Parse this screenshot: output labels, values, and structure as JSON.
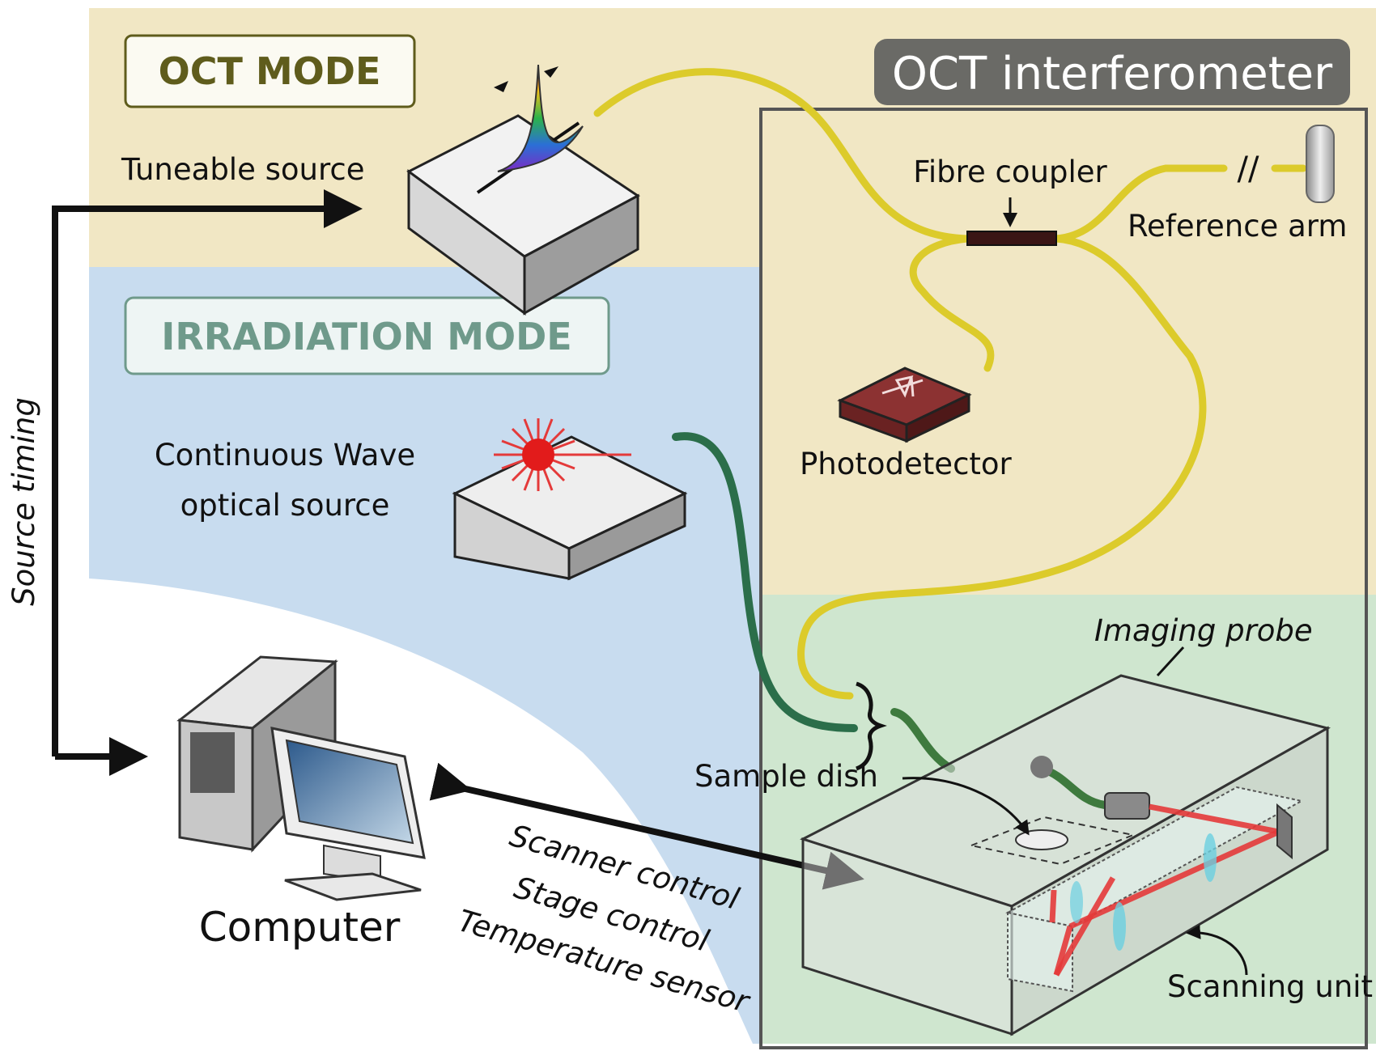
{
  "modes": {
    "oct": "OCT MODE",
    "irradiation": "IRRADIATION MODE"
  },
  "interferometer_title": "OCT interferometer",
  "labels": {
    "tuneable_source": "Tuneable source",
    "fibre_coupler": "Fibre coupler",
    "reference_arm": "Reference arm",
    "photodetector": "Photodetector",
    "cw_line1": "Continuous Wave",
    "cw_line2": "optical source",
    "source_timing": "Source timing",
    "computer": "Computer",
    "scanner_control": "Scanner control",
    "stage_control": "Stage control",
    "temperature_sensor": "Temperature sensor",
    "imaging_probe": "Imaging probe",
    "sample_dish": "Sample dish",
    "scanning_unit": "Scanning unit",
    "break_mark": "//"
  },
  "colors": {
    "oct_region": "#f1e7c4",
    "irradiation_region": "#c8dcef",
    "probe_region": "#cfe6cf",
    "fibre_yellow": "#dccb2b",
    "fibre_green": "#2b6e4a",
    "laser_red": "#e43a3a",
    "photodetector": "#7a2a2a",
    "title_badge": "#6a6a66"
  }
}
